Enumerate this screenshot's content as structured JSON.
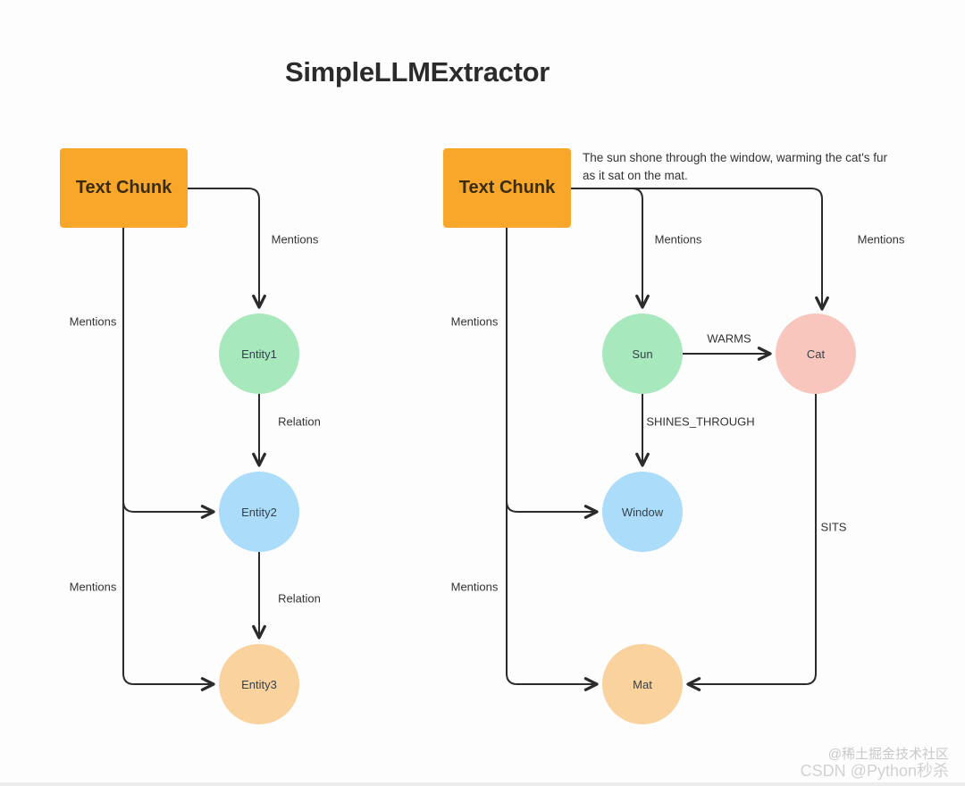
{
  "title": "SimpleLLMExtractor",
  "colors": {
    "chunk_fill": "#f9a72b",
    "edge": "#2b2b2b",
    "green": "#a7e8bc",
    "blue": "#abdcfa",
    "tan": "#f9d29e",
    "pink": "#f9c6bd"
  },
  "left": {
    "chunk": "Text Chunk",
    "nodes": [
      {
        "label": "Entity1",
        "color": "#a7e8bc"
      },
      {
        "label": "Entity2",
        "color": "#abdcfa"
      },
      {
        "label": "Entity3",
        "color": "#f9d29e"
      }
    ],
    "labels": {
      "mentions_top": "Mentions",
      "mentions_mid": "Mentions",
      "mentions_bottom": "Mentions",
      "relation1": "Relation",
      "relation2": "Relation"
    }
  },
  "right": {
    "chunk": "Text Chunk",
    "sentence": "The sun shone through the window, warming the cat's fur as it sat on the mat.",
    "nodes": [
      {
        "label": "Sun",
        "color": "#a7e8bc"
      },
      {
        "label": "Cat",
        "color": "#f9c6bd"
      },
      {
        "label": "Window",
        "color": "#abdcfa"
      },
      {
        "label": "Mat",
        "color": "#f9d29e"
      }
    ],
    "labels": {
      "mentions_sun": "Mentions",
      "mentions_cat": "Mentions",
      "mentions_window": "Mentions",
      "mentions_mat": "Mentions",
      "warms": "WARMS",
      "shines_through": "SHINES_THROUGH",
      "sits": "SITS"
    }
  },
  "watermark": {
    "line1": "@稀土掘金技术社区",
    "line2": "CSDN @Python秒杀"
  }
}
